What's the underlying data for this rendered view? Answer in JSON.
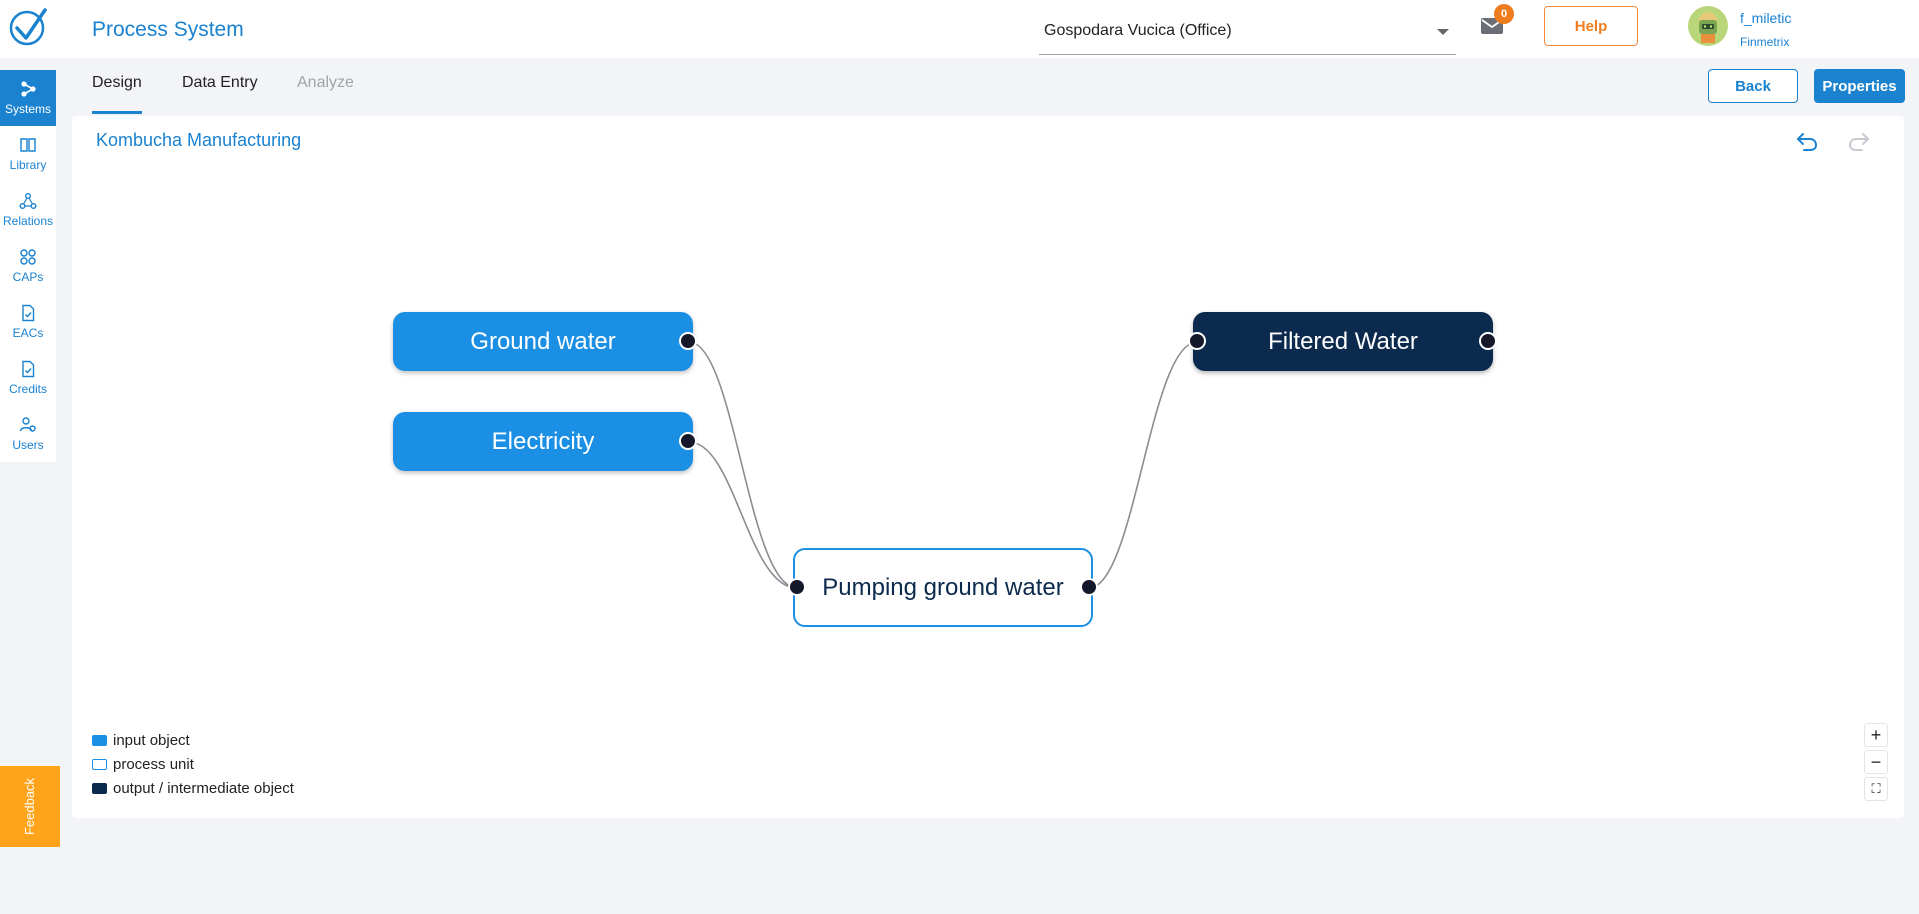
{
  "header": {
    "app_title": "Process System",
    "organization": "Gospodara Vucica (Office)",
    "mail_count": "0",
    "help_label": "Help",
    "username": "f_miletic",
    "company": "Finmetrix"
  },
  "tabs": [
    {
      "label": "Design",
      "state": "active"
    },
    {
      "label": "Data Entry",
      "state": "inactive"
    },
    {
      "label": "Analyze",
      "state": "disabled"
    }
  ],
  "actions": {
    "back_label": "Back",
    "properties_label": "Properties"
  },
  "sidebar": {
    "items": [
      {
        "label": "Systems",
        "icon": "systems-icon",
        "active": true
      },
      {
        "label": "Library",
        "icon": "book-icon",
        "active": false
      },
      {
        "label": "Relations",
        "icon": "relations-icon",
        "active": false
      },
      {
        "label": "CAPs",
        "icon": "grid-icon",
        "active": false
      },
      {
        "label": "EACs",
        "icon": "document-check-icon",
        "active": false
      },
      {
        "label": "Credits",
        "icon": "document-check-icon",
        "active": false
      },
      {
        "label": "Users",
        "icon": "users-icon",
        "active": false
      }
    ]
  },
  "feedback_label": "Feedback",
  "system": {
    "title": "Kombucha Manufacturing"
  },
  "diagram": {
    "nodes": [
      {
        "id": "ground-water",
        "label": "Ground water",
        "kind": "input"
      },
      {
        "id": "electricity",
        "label": "Electricity",
        "kind": "input"
      },
      {
        "id": "pumping",
        "label": "Pumping ground water",
        "kind": "process"
      },
      {
        "id": "filtered-water",
        "label": "Filtered Water",
        "kind": "output"
      }
    ],
    "edges": [
      {
        "from": "ground-water",
        "to": "pumping"
      },
      {
        "from": "electricity",
        "to": "pumping"
      },
      {
        "from": "pumping",
        "to": "filtered-water"
      }
    ]
  },
  "legend": {
    "input": "input object",
    "process": "process unit",
    "output": "output / intermediate object"
  },
  "colors": {
    "accent": "#1a82cf",
    "input_node": "#1a8fe3",
    "output_node": "#0c2a4d",
    "feedback": "#ffa31a",
    "badge": "#f07d1d"
  },
  "zoom_controls": {
    "zoom_in": "+",
    "zoom_out": "−",
    "fit": "⛶"
  }
}
